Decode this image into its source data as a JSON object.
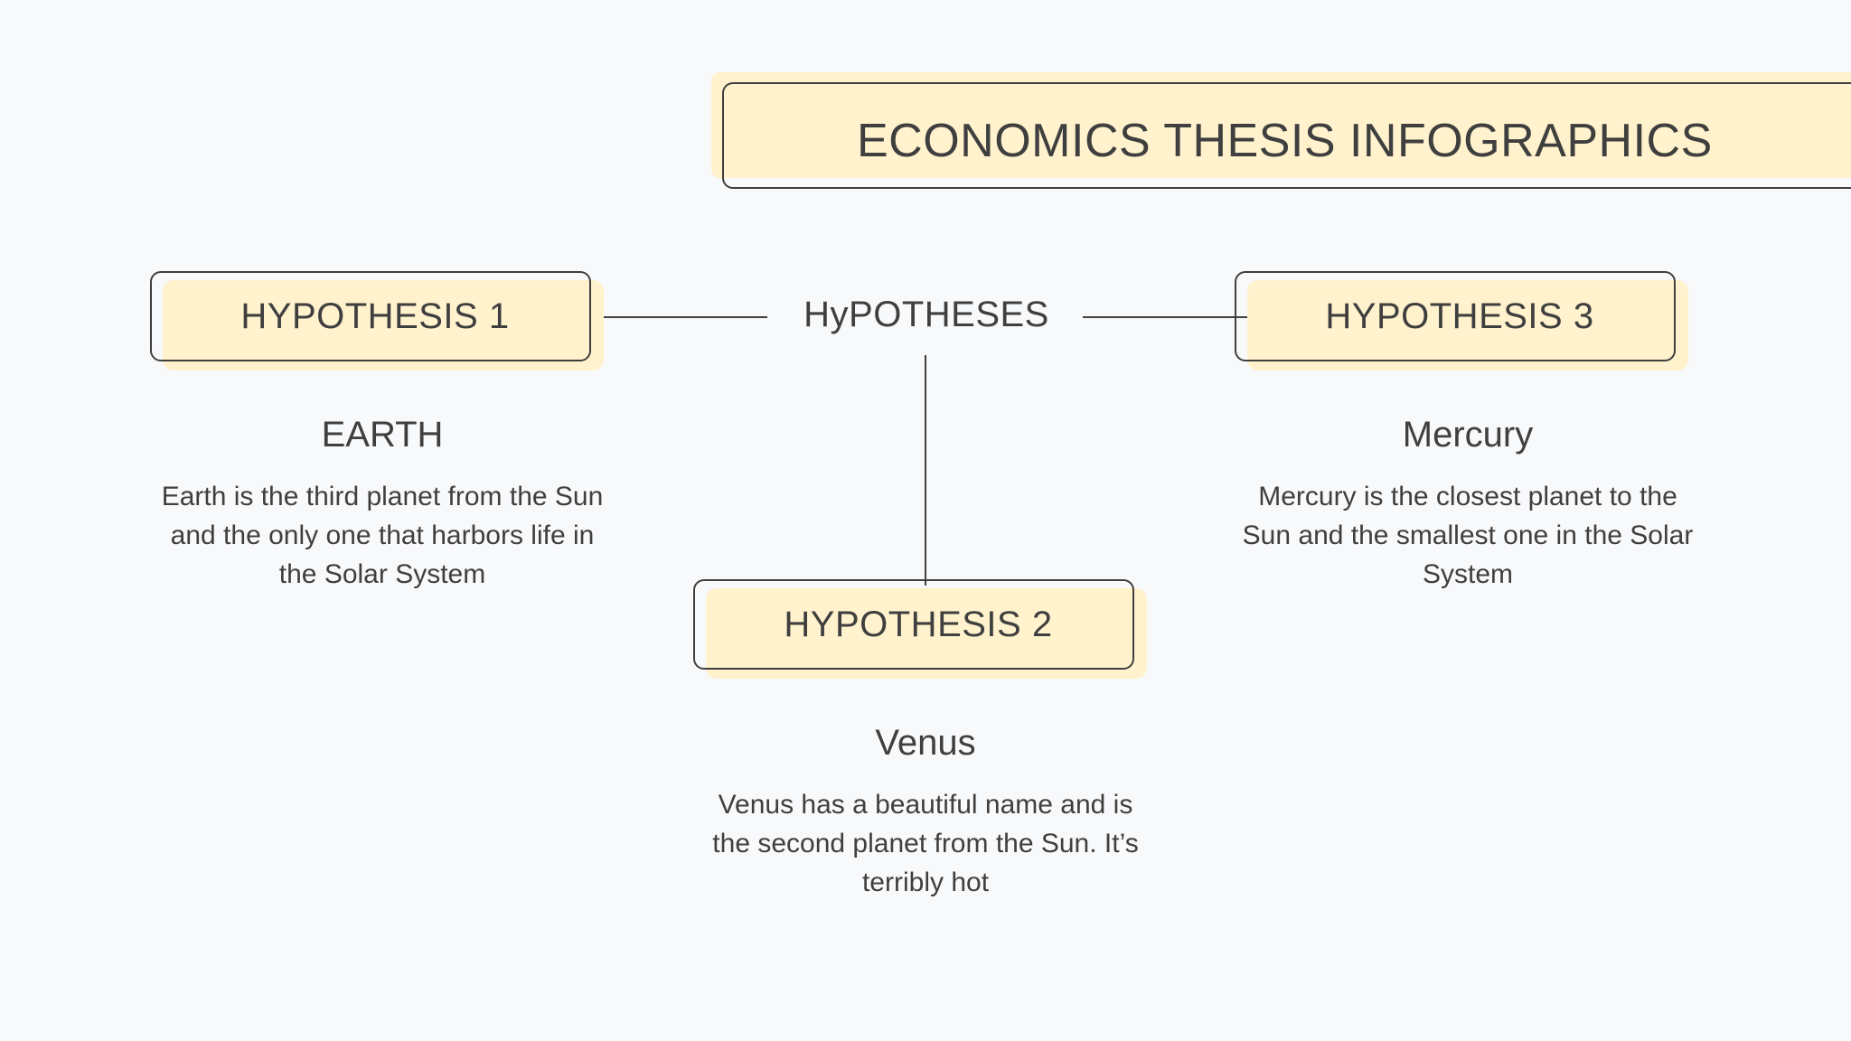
{
  "title": "ECONOMICS THESIS INFOGRAPHICS",
  "center_label": "HyPOTHESES",
  "hypotheses": [
    {
      "label": "HYPOTHESIS 1",
      "heading": "EARTH",
      "description": "Earth is the third planet from the Sun and the only one that harbors life in the Solar System"
    },
    {
      "label": "HYPOTHESIS 2",
      "heading": "Venus",
      "description": "Venus has a beautiful name and is the second planet from the Sun. It’s terribly hot"
    },
    {
      "label": "HYPOTHESIS 3",
      "heading": "Mercury",
      "description": "Mercury is the closest planet to the Sun and the smallest one in the Solar System"
    }
  ],
  "colors": {
    "background": "#f8f9fb",
    "highlight": "#fff2cc",
    "text": "#3f3f3f"
  }
}
